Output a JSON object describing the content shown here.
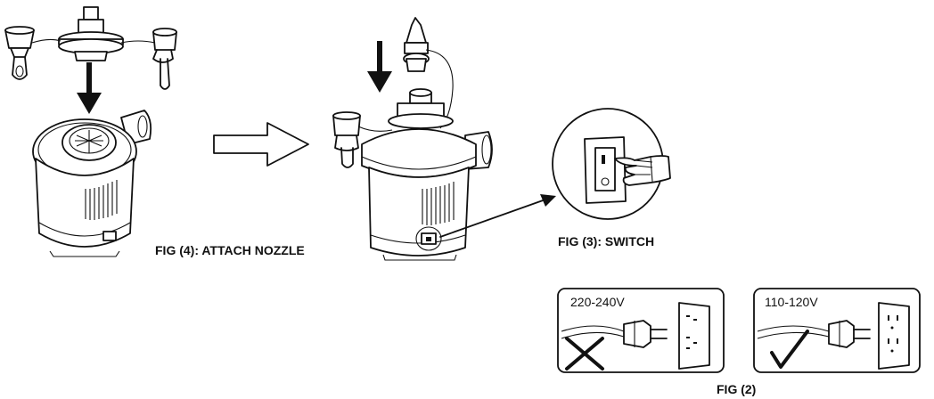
{
  "captions": {
    "fig4": "FIG (4): ATTACH NOZZLE",
    "fig3": "FIG (3): SWITCH",
    "fig2": "FIG (2)"
  },
  "voltage_panels": [
    {
      "voltage": "220-240V",
      "mark": "x-mark-icon",
      "allowed": false
    },
    {
      "voltage": "110-120V",
      "mark": "check-mark-icon",
      "allowed": true
    }
  ],
  "icons": [
    "pump-icon",
    "nozzle-icon",
    "arrow-down-icon",
    "outline-arrow-right-icon",
    "switch-icon",
    "hand-icon",
    "plug-icon",
    "outlet-icon"
  ]
}
